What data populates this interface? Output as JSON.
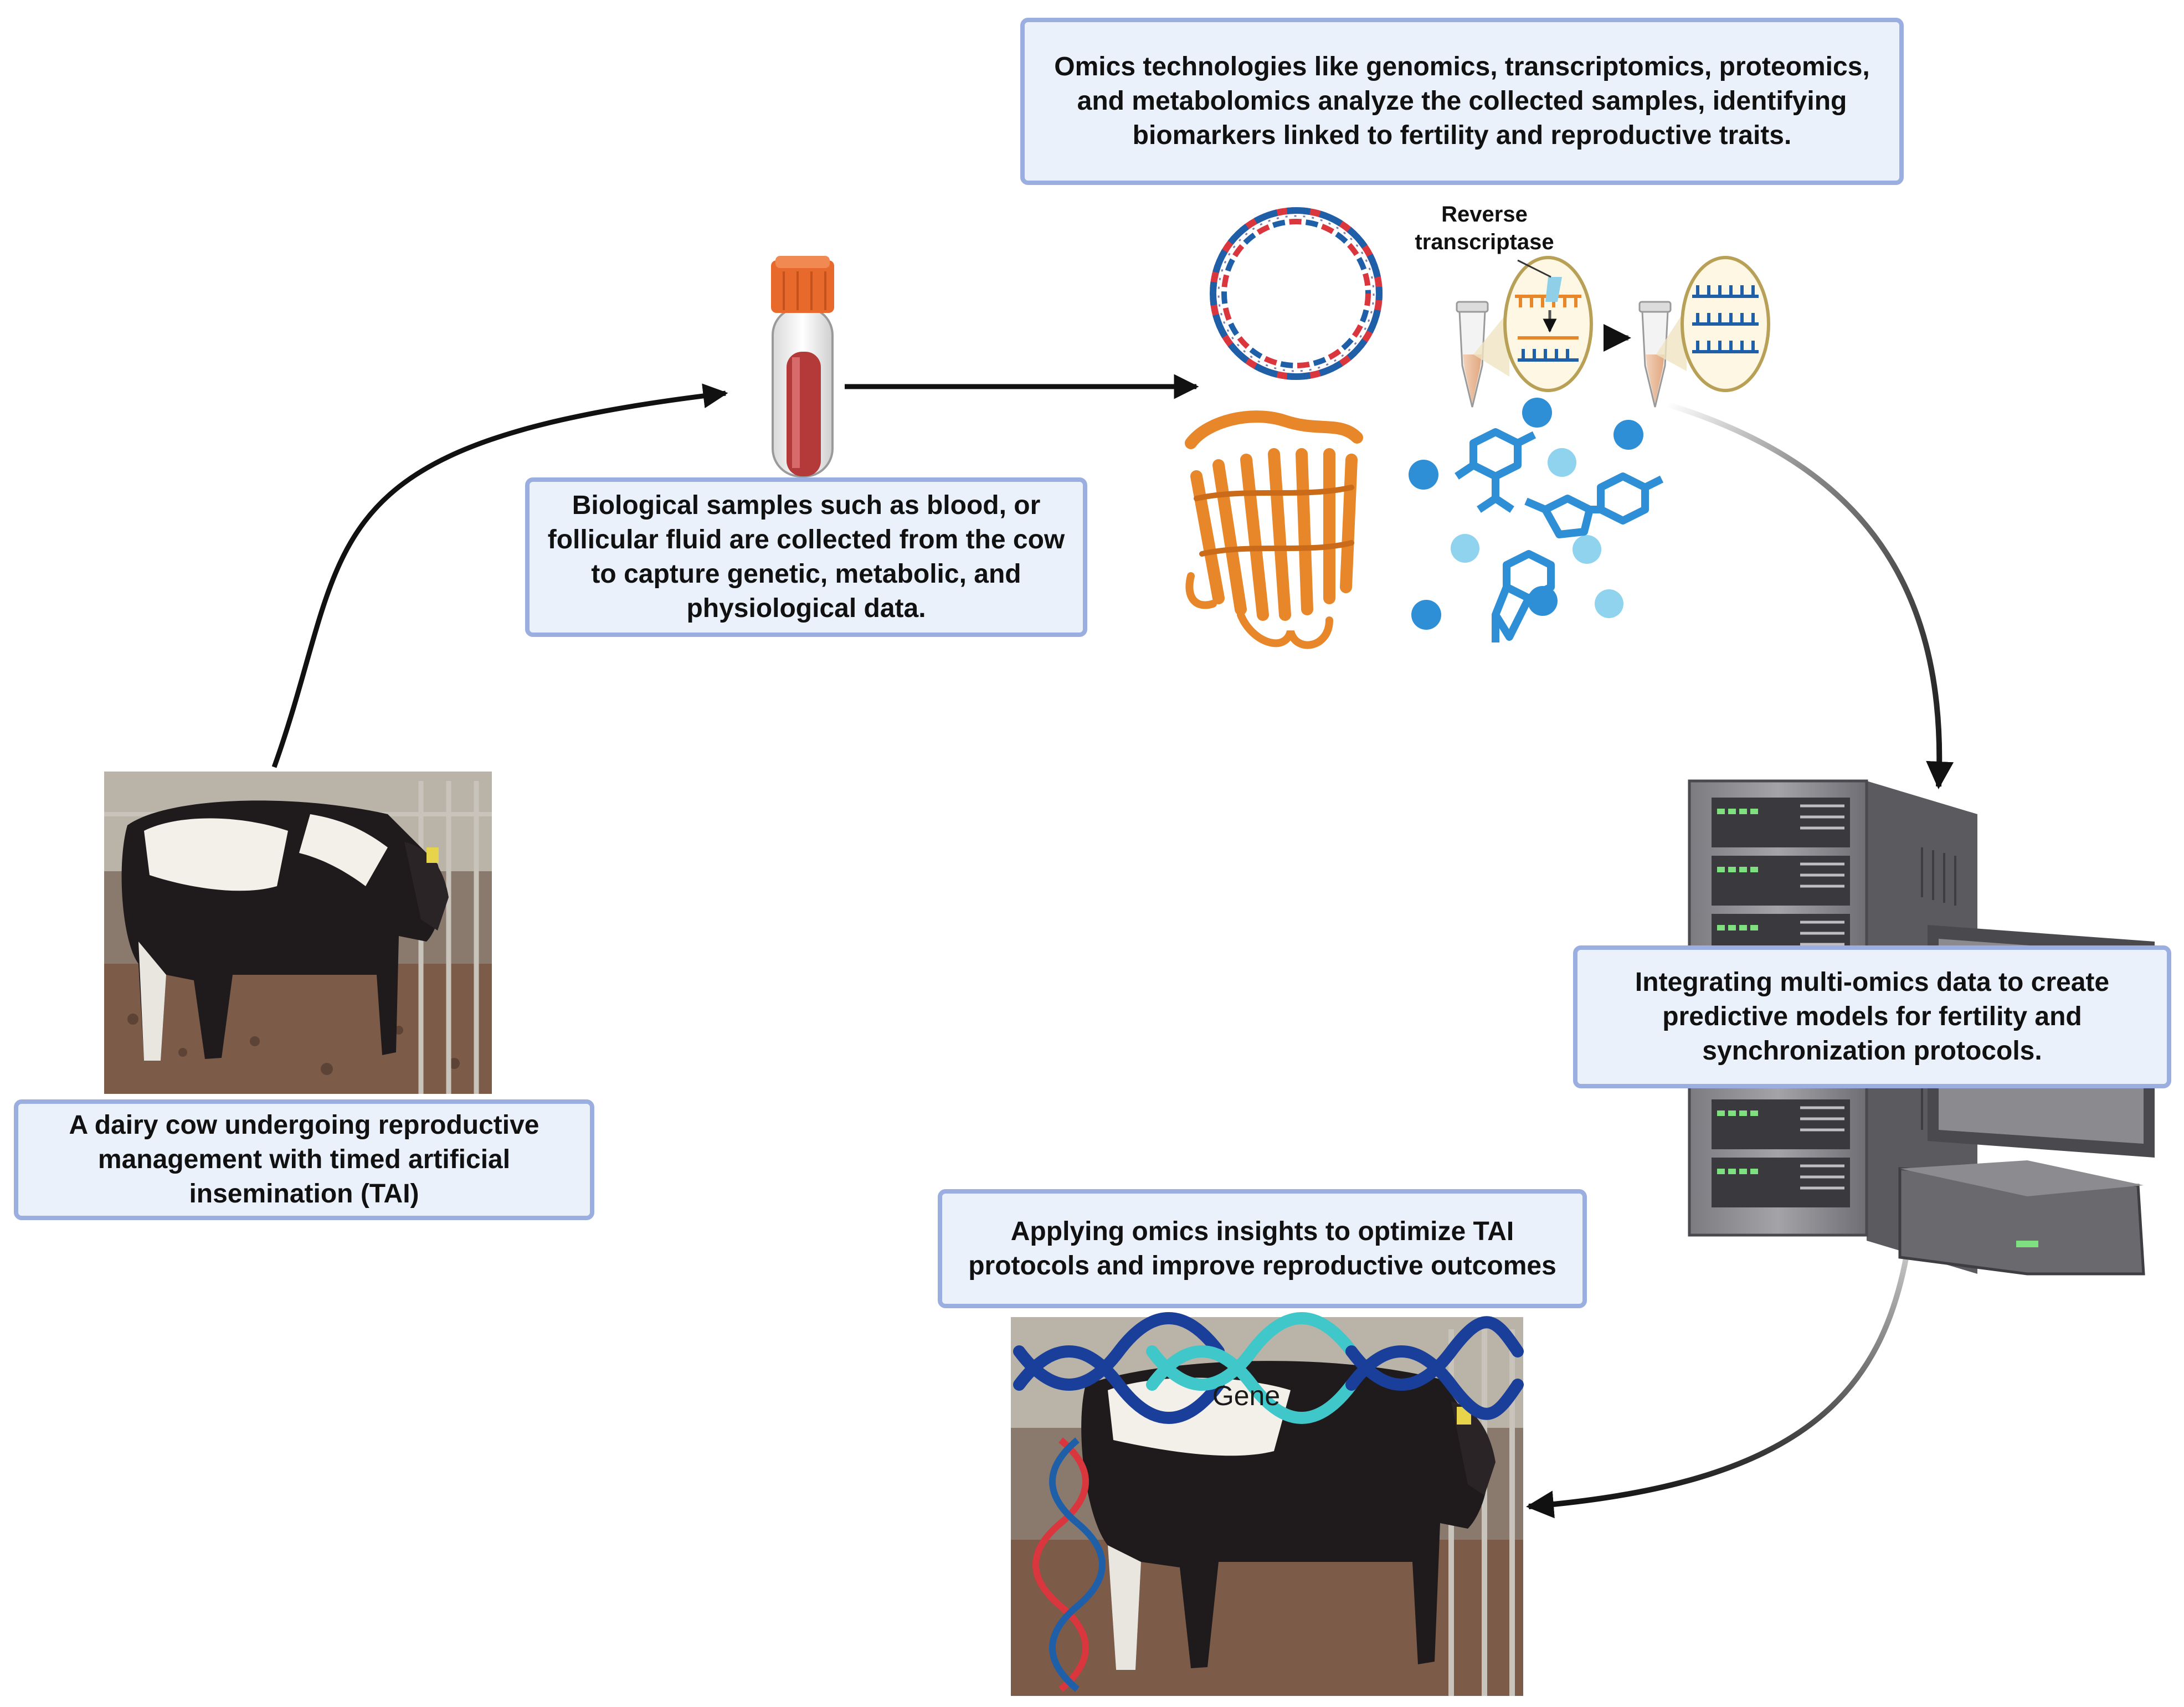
{
  "steps": {
    "cow": {
      "text": "A dairy cow undergoing reproductive management with timed artificial insemination (TAI)"
    },
    "sampling": {
      "text": "Biological samples such as blood, or follicular fluid are collected from the cow to capture genetic, metabolic, and physiological data."
    },
    "omics": {
      "text": "Omics technologies like genomics, transcriptomics, proteomics, and metabolomics analyze the collected samples, identifying biomarkers linked to fertility and reproductive traits."
    },
    "integration": {
      "text": "Integrating multi-omics data to create predictive models for fertility and synchronization protocols."
    },
    "application": {
      "text": "Applying omics insights to optimize TAI protocols and improve reproductive outcomes"
    }
  },
  "labels": {
    "reverse_transcriptase_1": "Reverse",
    "reverse_transcriptase_2": "transcriptase",
    "gene": "Gene"
  },
  "colors": {
    "box_fill": "#eaf1fb",
    "box_border": "#9aaee0",
    "arrow": "#111111",
    "tube_cap": "#e8692c",
    "blood": "#b43a3a",
    "protein": "#e8862a",
    "metabolite": "#2f8fd6",
    "dna_red": "#d9363e",
    "dna_blue": "#1f5fa8",
    "gene_teal": "#3fc7c9"
  },
  "icons": [
    "blood-tube-icon",
    "dna-plasmid-icon",
    "protein-icon",
    "metabolite-icon",
    "reverse-transcriptase-icon",
    "server-icon",
    "computer-icon"
  ]
}
